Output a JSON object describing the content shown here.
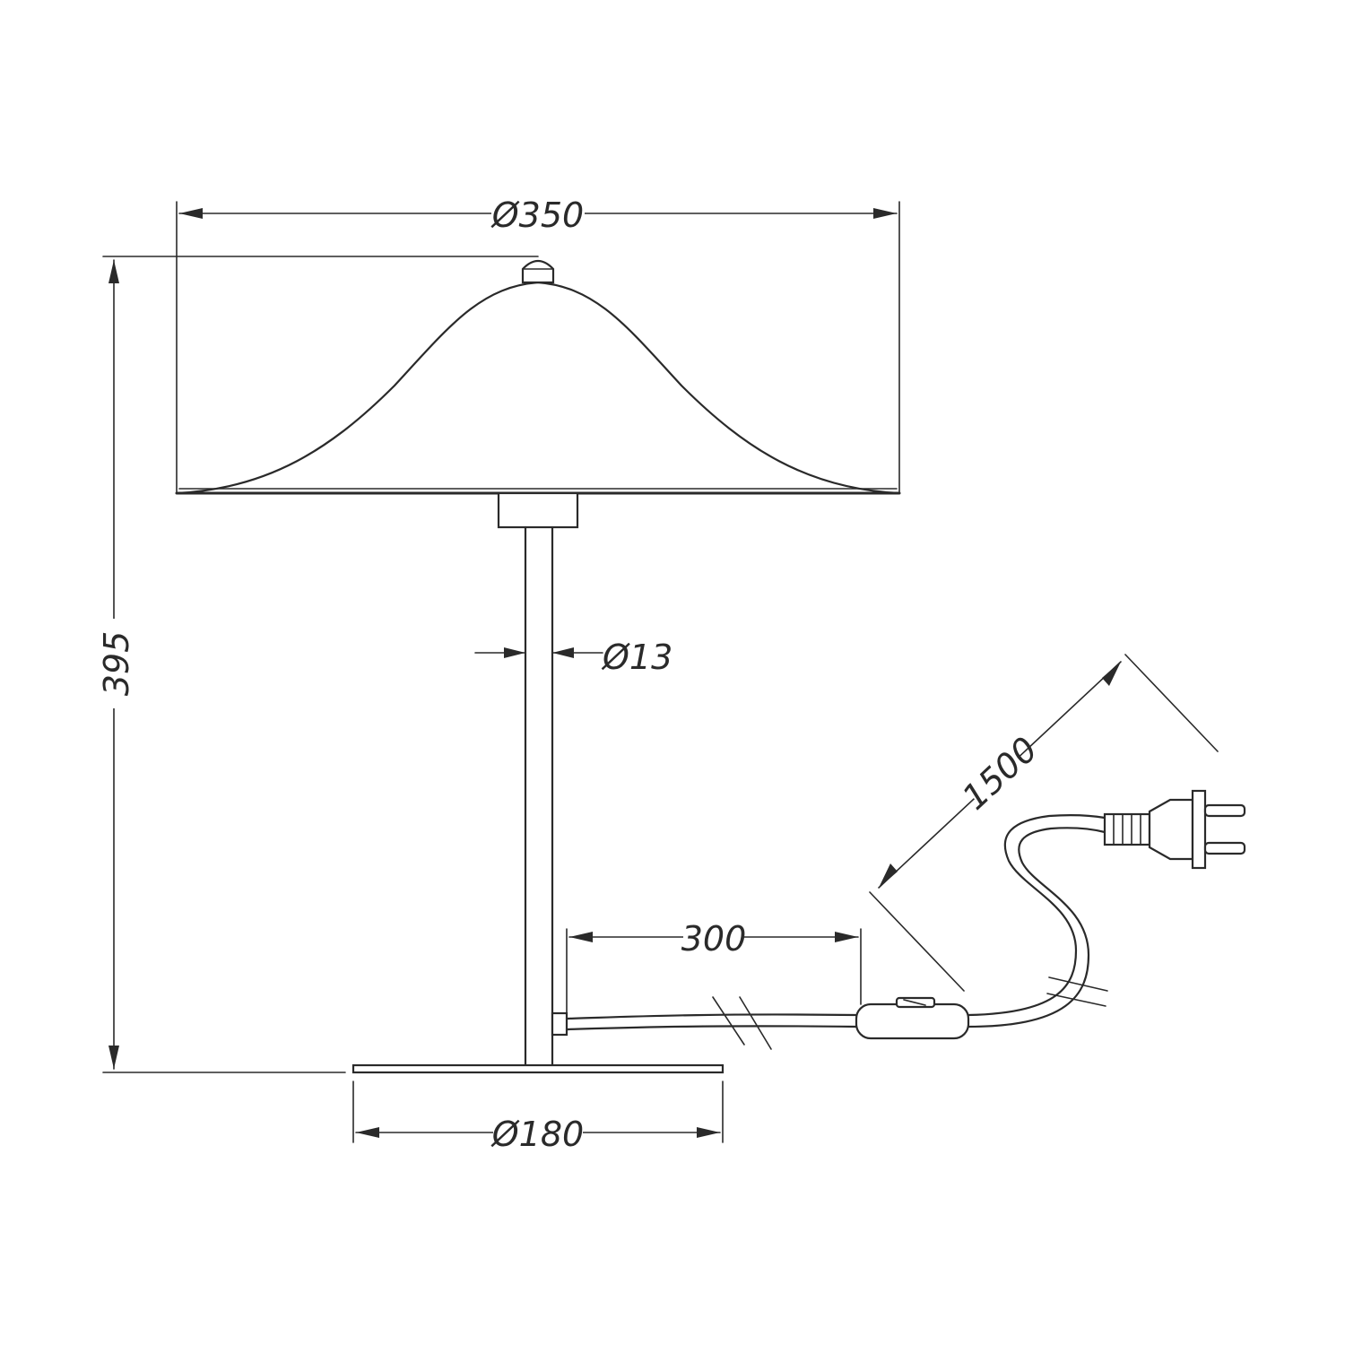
{
  "dimensions": {
    "shade_diameter": "Ø350",
    "total_height": "395",
    "stem_diameter": "Ø13",
    "base_diameter": "Ø180",
    "switch_distance": "300",
    "cable_length": "1500"
  },
  "colors": {
    "line": "#2a2a2a",
    "background": "#ffffff"
  }
}
